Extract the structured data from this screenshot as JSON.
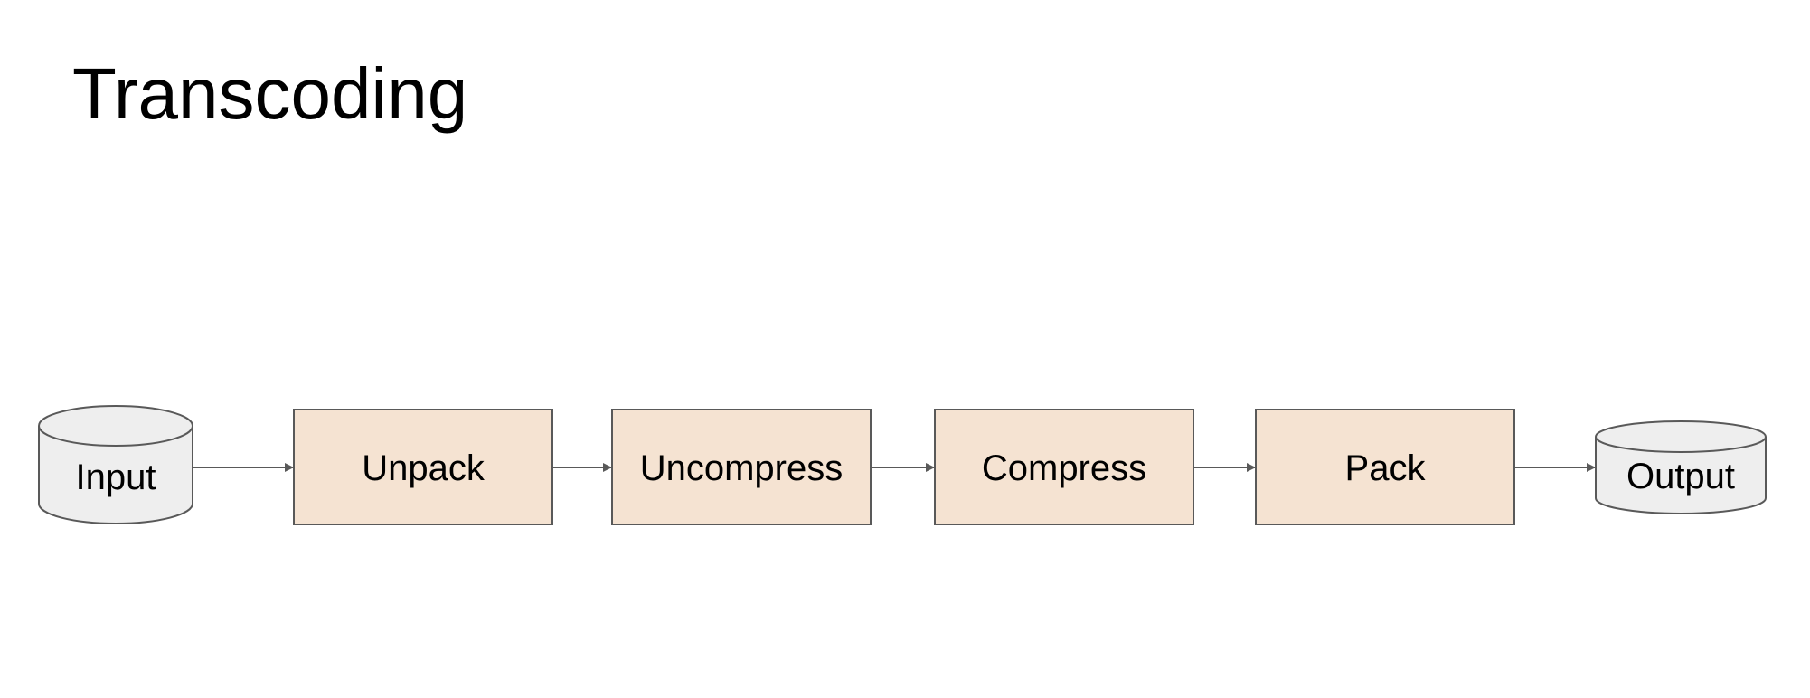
{
  "title": "Transcoding",
  "colors": {
    "process_fill": "#f5e3d2",
    "storage_fill": "#eeeeee",
    "stroke": "#595959",
    "text": "#000000"
  },
  "nodes": [
    {
      "id": "input",
      "kind": "storage",
      "label": "Input"
    },
    {
      "id": "unpack",
      "kind": "process",
      "label": "Unpack"
    },
    {
      "id": "uncompress",
      "kind": "process",
      "label": "Uncompress"
    },
    {
      "id": "compress",
      "kind": "process",
      "label": "Compress"
    },
    {
      "id": "pack",
      "kind": "process",
      "label": "Pack"
    },
    {
      "id": "output",
      "kind": "storage",
      "label": "Output"
    }
  ]
}
